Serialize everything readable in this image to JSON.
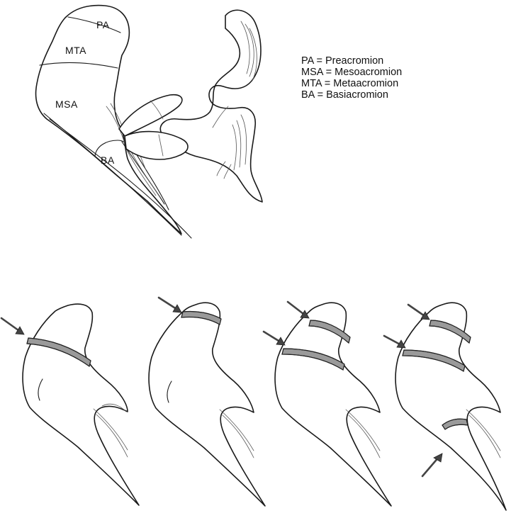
{
  "main_figure": {
    "region_labels": {
      "pa": "PA",
      "mta": "MTA",
      "msa": "MSA",
      "ba": "BA"
    }
  },
  "legend": {
    "items": [
      "PA = Preacromion",
      "MSA = Mesoacromion",
      "MTA = Metaacromion",
      "BA = Basiacromion"
    ]
  },
  "variants": [
    {
      "arrow_count": 1
    },
    {
      "arrow_count": 1
    },
    {
      "arrow_count": 2
    },
    {
      "arrow_count": 3
    }
  ]
}
